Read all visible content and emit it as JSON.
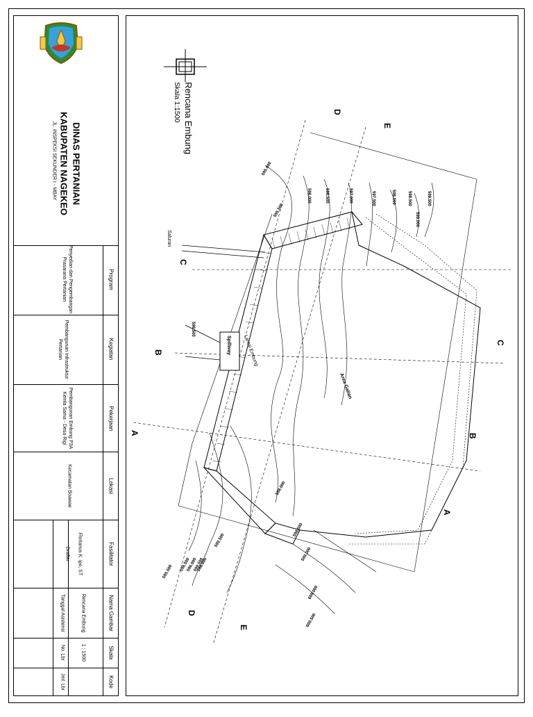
{
  "agency": {
    "name": "DINAS PERTANIAN",
    "regency": "KABUPATEN NAGEKEO",
    "address": "JL. INSPEKSI SEKUNDER I - MBAY"
  },
  "title_block": {
    "program": {
      "label": "Program",
      "value": "Penyedian dan Pengembangan Prasarana Pertanian"
    },
    "kegiatan": {
      "label": "Kegiatan",
      "value": "Pembangunan Infrastruktur Pertanian"
    },
    "pekerjaan": {
      "label": "Pekerjaan",
      "value": "Pembangunan Embung P3A Kemla Sama - Desa Rigi"
    },
    "lokasi": {
      "label": "Lokasi",
      "value": "Kecamatan Boawae"
    },
    "fasilitator": {
      "label": "Fasilitator",
      "value": "Florianus K. ipo, ST",
      "drafter_label": "Drafter"
    },
    "nama_gambar": {
      "label": "Nama Gambar",
      "value": "Rencana Embung",
      "tanggal_label": "Tanggal Asistensi"
    },
    "skala": {
      "label": "Skala",
      "value": "1 : 1500",
      "no_label": "No. Lbr"
    },
    "kode": {
      "label": "Kode",
      "jml_label": "Jml. Lbr"
    }
  },
  "drawing": {
    "title": "Rencana Embung",
    "scale": "Skala 1:1500",
    "labels": {
      "saluran": "Saluran",
      "spillway": "Spillway",
      "lantai": "Lantai Embung",
      "galian": "Area Galian"
    },
    "section_marks": [
      "A",
      "B",
      "C",
      "D",
      "E",
      "A",
      "B",
      "C",
      "D",
      "E"
    ],
    "contours": [
      "595.000",
      "595.500",
      "596.000",
      "596.500",
      "597.000",
      "597.500",
      "598.000",
      "598.500",
      "599.000",
      "599.500",
      "600.000",
      "600.500",
      "598.000",
      "598.500",
      "599.000",
      "599.500",
      "595.500",
      "596.500",
      "596.000",
      "598.500",
      "599.500",
      "598.000"
    ]
  }
}
